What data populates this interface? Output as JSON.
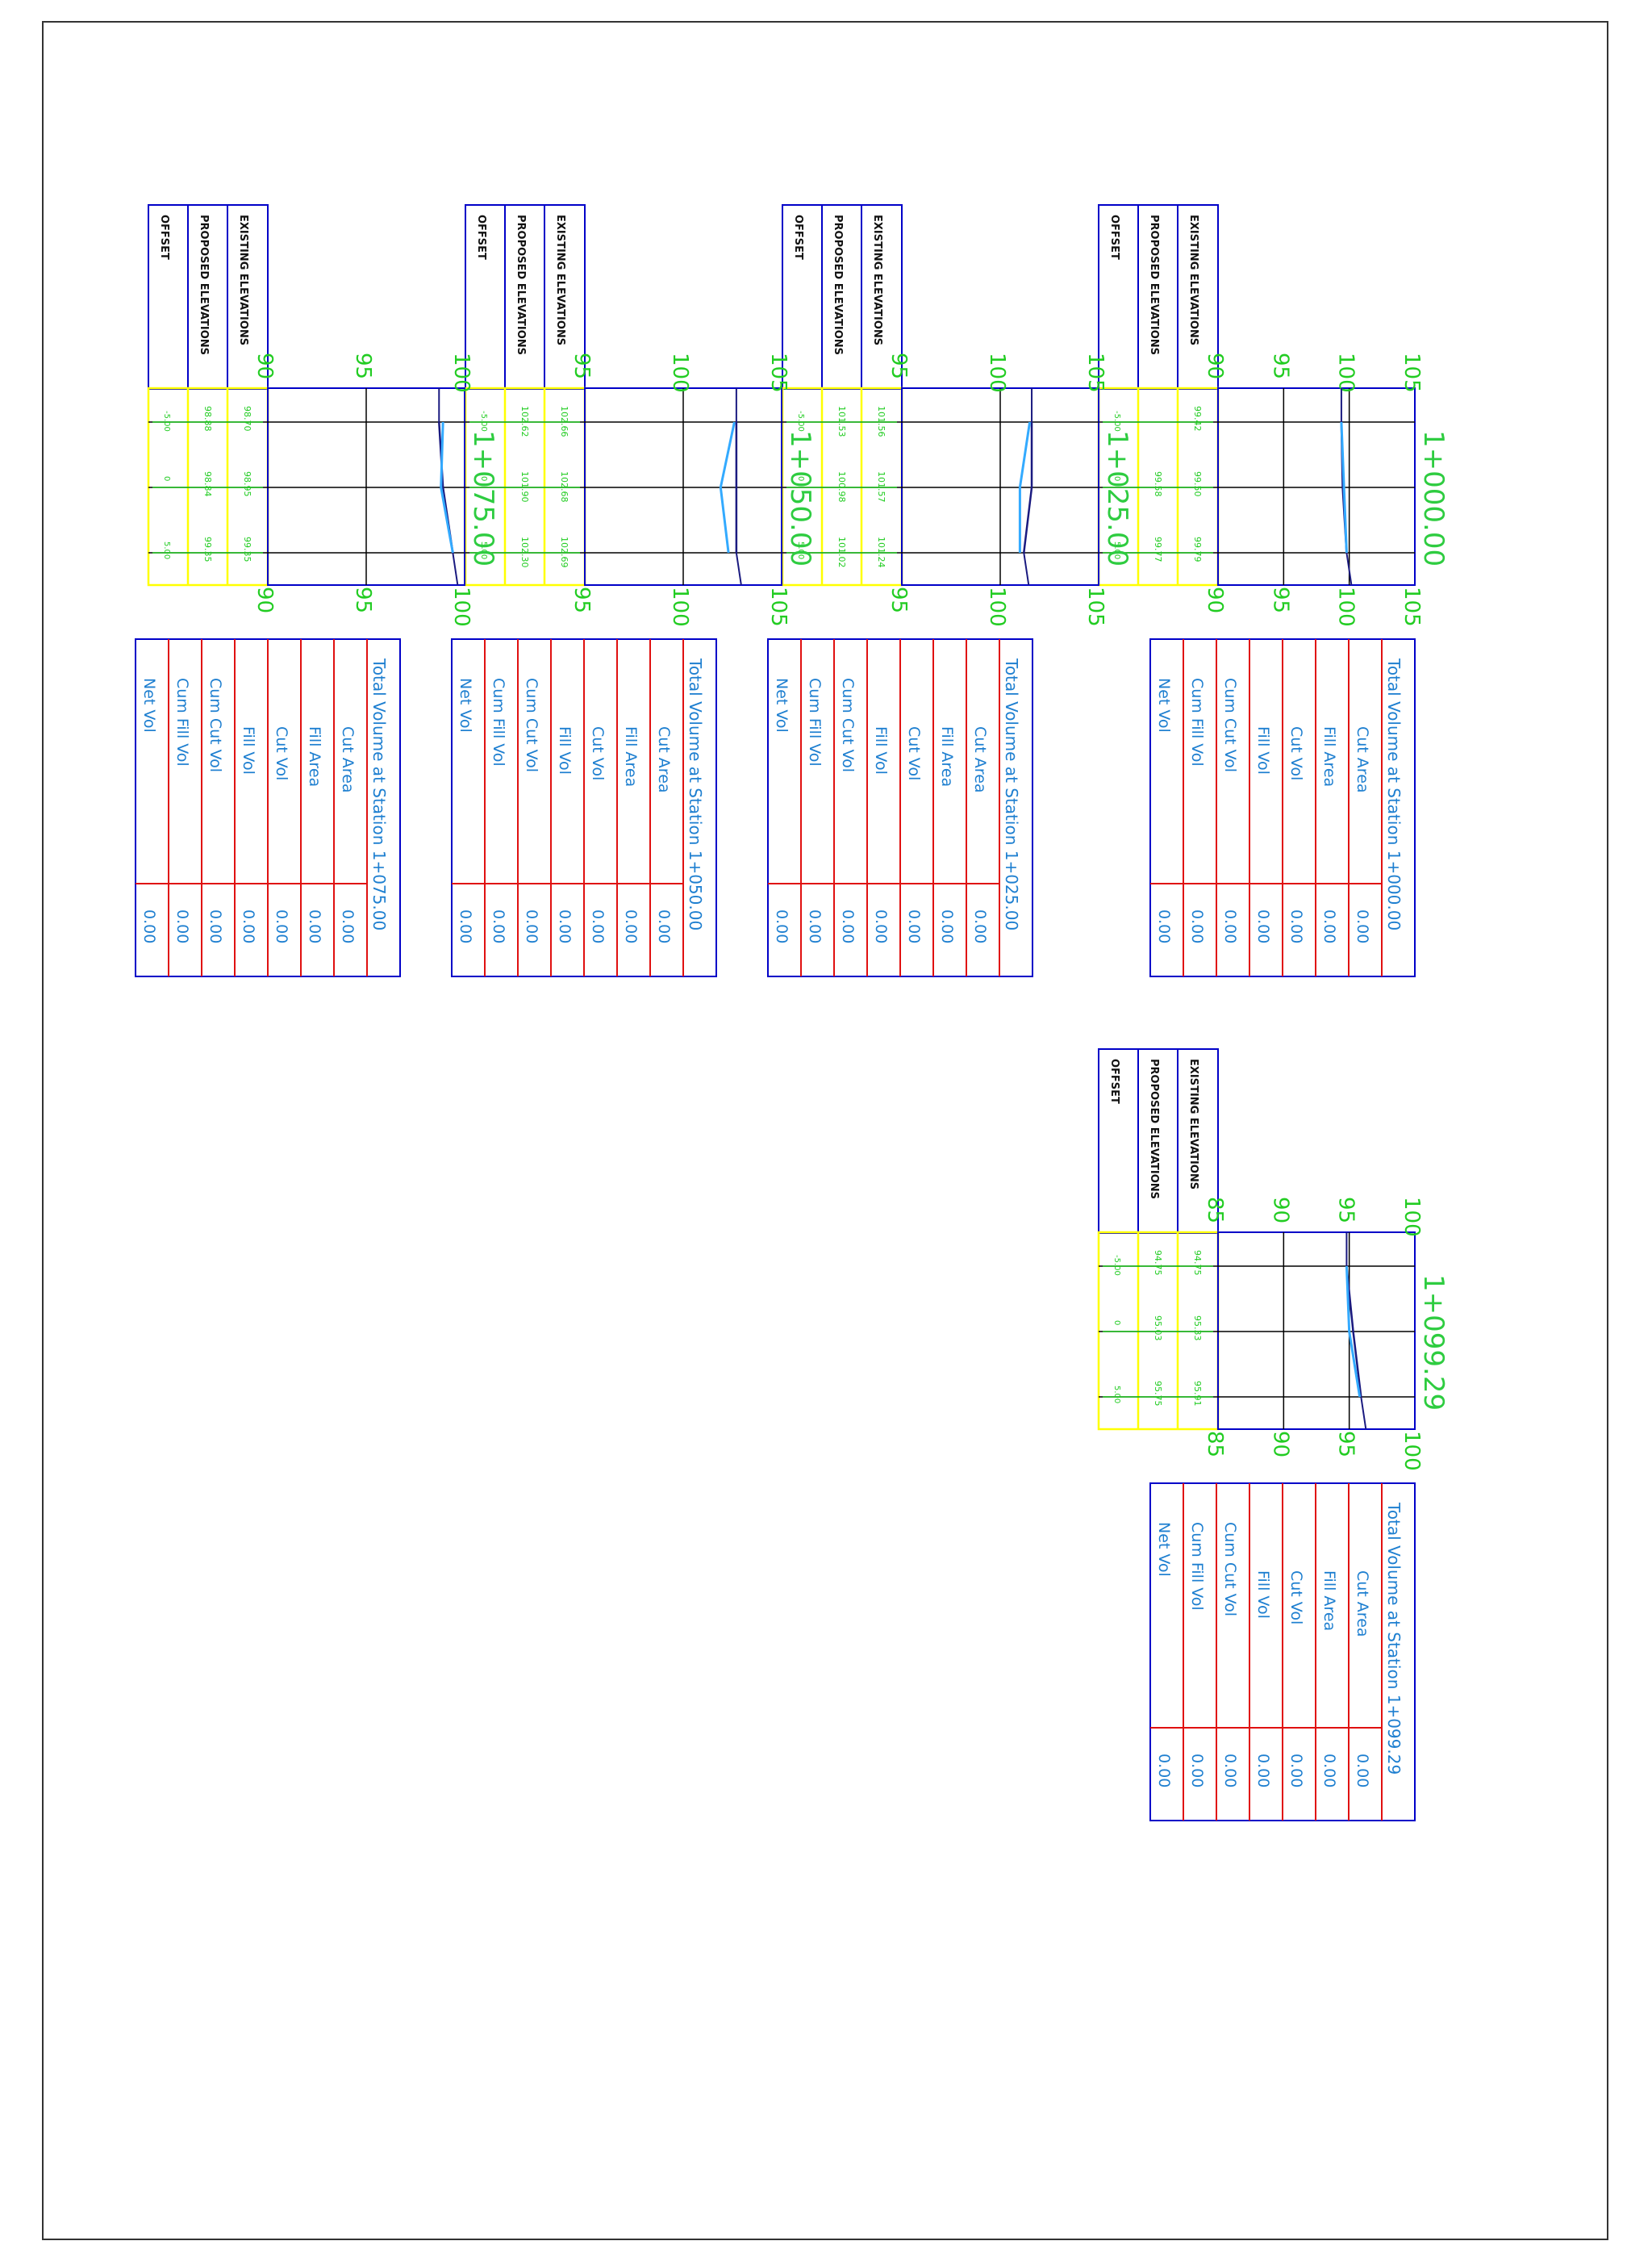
{
  "page": {
    "title": ""
  },
  "colors": {
    "frame": "#0000c8",
    "grid_box": "#ffff00",
    "green_text": "#22cc22",
    "station_title": "#2ecc40",
    "vol_text": "#1e7fd0",
    "vol_red": "#e01010",
    "black": "#000000",
    "profile_light": "#33aaff",
    "profile_dark": "#1a1a80"
  },
  "row_headers": {
    "existing": "EXISTING ELEVATIONS",
    "proposed": "PROPOSED ELEVATIONS",
    "offset": "OFFSET"
  },
  "offsets": [
    "-5.00",
    "0",
    "5.00"
  ],
  "volume_rows": [
    "Cut Area",
    "Fill Area",
    "Cut Vol",
    "Fill Vol",
    "Cum Cut Vol",
    "Cum Fill Vol",
    "Net Vol"
  ],
  "sections": [
    {
      "station": "1+000.00",
      "volume_title": "Total Volume at Station 1+000.00",
      "volume_values": [
        "0.00",
        "0.00",
        "0.00",
        "0.00",
        "0.00",
        "0.00",
        "0.00"
      ],
      "elev_labels_top": [
        "90",
        "95",
        "100",
        "105"
      ],
      "elev_labels_bottom": [
        "90",
        "95",
        "100",
        "105"
      ],
      "elev_min": 90,
      "elev_max": 105,
      "existing": [
        "99.42",
        "99.50",
        "99.79"
      ],
      "proposed": [
        "",
        "99.58",
        "99.77"
      ],
      "existing_profile": [
        99.4,
        99.5,
        99.8
      ],
      "proposed_profile": [
        99.4,
        99.6,
        99.8
      ]
    },
    {
      "station": "1+025.00",
      "volume_title": "Total Volume at Station 1+025.00",
      "volume_values": [
        "0.00",
        "0.00",
        "0.00",
        "0.00",
        "0.00",
        "0.00",
        "0.00"
      ],
      "elev_labels_top": [
        "95",
        "100",
        "105"
      ],
      "elev_labels_bottom": [
        "95",
        "100",
        "105"
      ],
      "elev_min": 95,
      "elev_max": 105,
      "existing": [
        "101.56",
        "101.57",
        "101.24"
      ],
      "proposed": [
        "101.53",
        "100.98",
        "101.02"
      ],
      "existing_profile": [
        101.6,
        101.6,
        101.2
      ],
      "proposed_profile": [
        101.5,
        101.0,
        101.0
      ]
    },
    {
      "station": "1+050.00",
      "volume_title": "Total Volume at Station 1+050.00",
      "volume_values": [
        "0.00",
        "0.00",
        "0.00",
        "0.00",
        "0.00",
        "0.00",
        "0.00"
      ],
      "elev_labels_top": [
        "95",
        "100",
        "105"
      ],
      "elev_labels_bottom": [
        "95",
        "100",
        "105"
      ],
      "elev_min": 95,
      "elev_max": 105,
      "existing": [
        "102.66",
        "102.68",
        "102.69"
      ],
      "proposed": [
        "102.62",
        "101.90",
        "102.30"
      ],
      "existing_profile": [
        102.7,
        102.7,
        102.7
      ],
      "proposed_profile": [
        102.6,
        101.9,
        102.3
      ]
    },
    {
      "station": "1+075.00",
      "volume_title": "Total Volume at Station 1+075.00",
      "volume_values": [
        "0.00",
        "0.00",
        "0.00",
        "0.00",
        "0.00",
        "0.00",
        "0.00"
      ],
      "elev_labels_top": [
        "90",
        "95",
        "100"
      ],
      "elev_labels_bottom": [
        "90",
        "95",
        "100"
      ],
      "elev_min": 90,
      "elev_max": 100,
      "existing": [
        "98.70",
        "98.95",
        "99.35"
      ],
      "proposed": [
        "98.88",
        "98.84",
        "99.35"
      ],
      "existing_profile": [
        98.7,
        98.9,
        99.4
      ],
      "proposed_profile": [
        98.9,
        98.8,
        99.4
      ]
    },
    {
      "station": "1+099.29",
      "volume_title": "Total Volume at Station 1+099.29",
      "volume_values": [
        "0.00",
        "0.00",
        "0.00",
        "0.00",
        "0.00",
        "0.00",
        "0.00"
      ],
      "elev_labels_top": [
        "85",
        "90",
        "95",
        "100"
      ],
      "elev_labels_bottom": [
        "85",
        "90",
        "95",
        "100"
      ],
      "elev_min": 85,
      "elev_max": 100,
      "existing": [
        "94.75",
        "95.33",
        "95.91"
      ],
      "proposed": [
        "94.75",
        "95.03",
        "95.75"
      ],
      "existing_profile": [
        94.8,
        95.3,
        95.9
      ],
      "proposed_profile": [
        94.8,
        95.0,
        95.8
      ]
    }
  ]
}
